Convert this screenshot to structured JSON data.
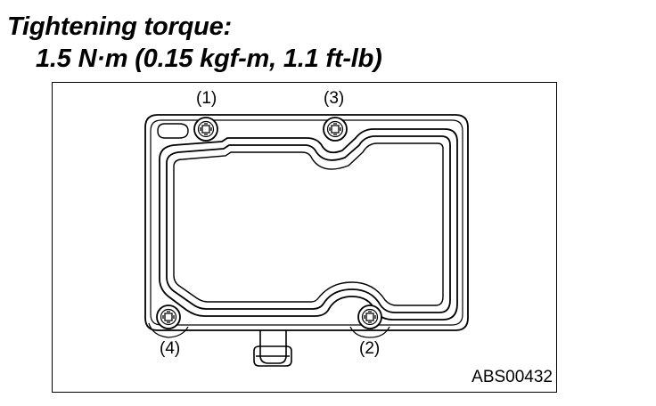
{
  "spec": {
    "label": "Tightening torque:",
    "value": "1.5 N·m (0.15 kgf-m, 1.1 ft-lb)"
  },
  "figure": {
    "code": "ABS00432",
    "callouts": [
      "(1)",
      "(2)",
      "(3)",
      "(4)"
    ]
  }
}
